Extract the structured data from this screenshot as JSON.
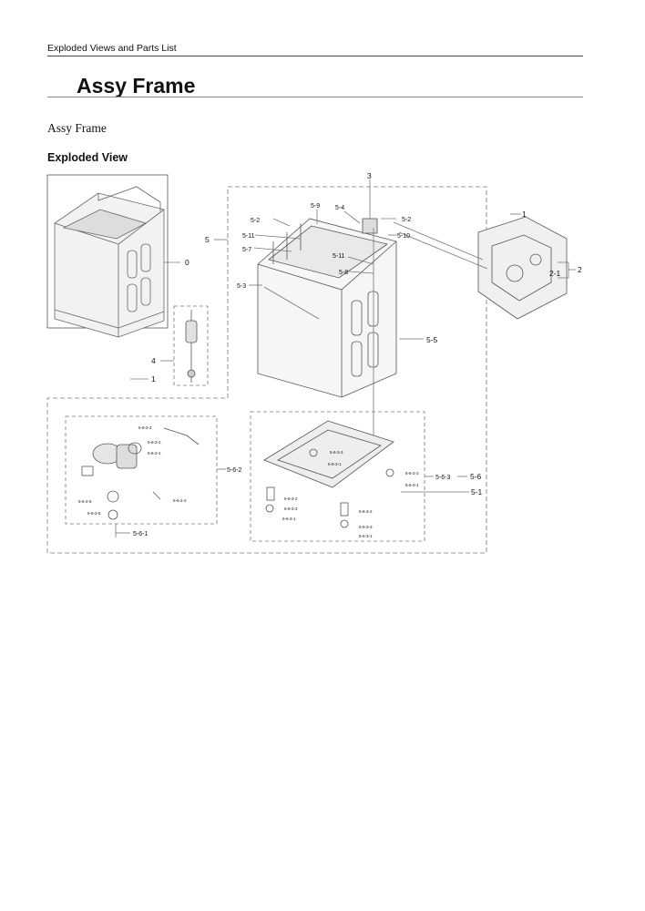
{
  "header": {
    "text": "Exploded Views and Parts List"
  },
  "title": "Assy Frame",
  "subtitle": "Assy Frame",
  "section": "Exploded View",
  "callouts": {
    "c0": "0",
    "c1": "1",
    "c2": "2",
    "c2_1": "2-1",
    "c3": "3",
    "c4": "4",
    "c5": "5",
    "c5_1": "5-1",
    "c5_2a": "5-2",
    "c5_2b": "5-2",
    "c5_3": "5-3",
    "c5_4": "5-4",
    "c5_5": "5-5",
    "c5_6": "5-6",
    "c5_7": "5-7",
    "c5_8": "5-8",
    "c5_9": "5-9",
    "c5_10": "5-10",
    "c5_11a": "5-11",
    "c5_11b": "5-11",
    "c5_6_1": "5-6-1",
    "c5_6_2": "5-6-2",
    "c5_6_3": "5-6-3",
    "c5_6_2_4": "5-6-2-4",
    "c5_6_2_2": "5-6-2-2",
    "c5_6_2_1": "5-6-2-1",
    "c5_6_2_3": "5-6-2-3",
    "c5_6_2_5a": "5-6-2-5",
    "c5_6_2_5b": "5-6-2-5",
    "c5_6_3_3a": "5-6-3-3",
    "c5_6_3_1a": "5-6-3-1",
    "c5_6_3_3b": "5-6-3-3",
    "c5_6_3_1b": "5-6-3-1",
    "c5_6_3_2a": "5-6-3-2",
    "c5_6_3_3c": "5-6-3-3",
    "c5_6_3_1c": "5-6-3-1",
    "c5_6_3_2b": "5-6-3-2",
    "c5_6_3_3d": "5-6-3-3",
    "c5_6_3_1d": "5-6-3-1",
    "c1_small": "1"
  }
}
